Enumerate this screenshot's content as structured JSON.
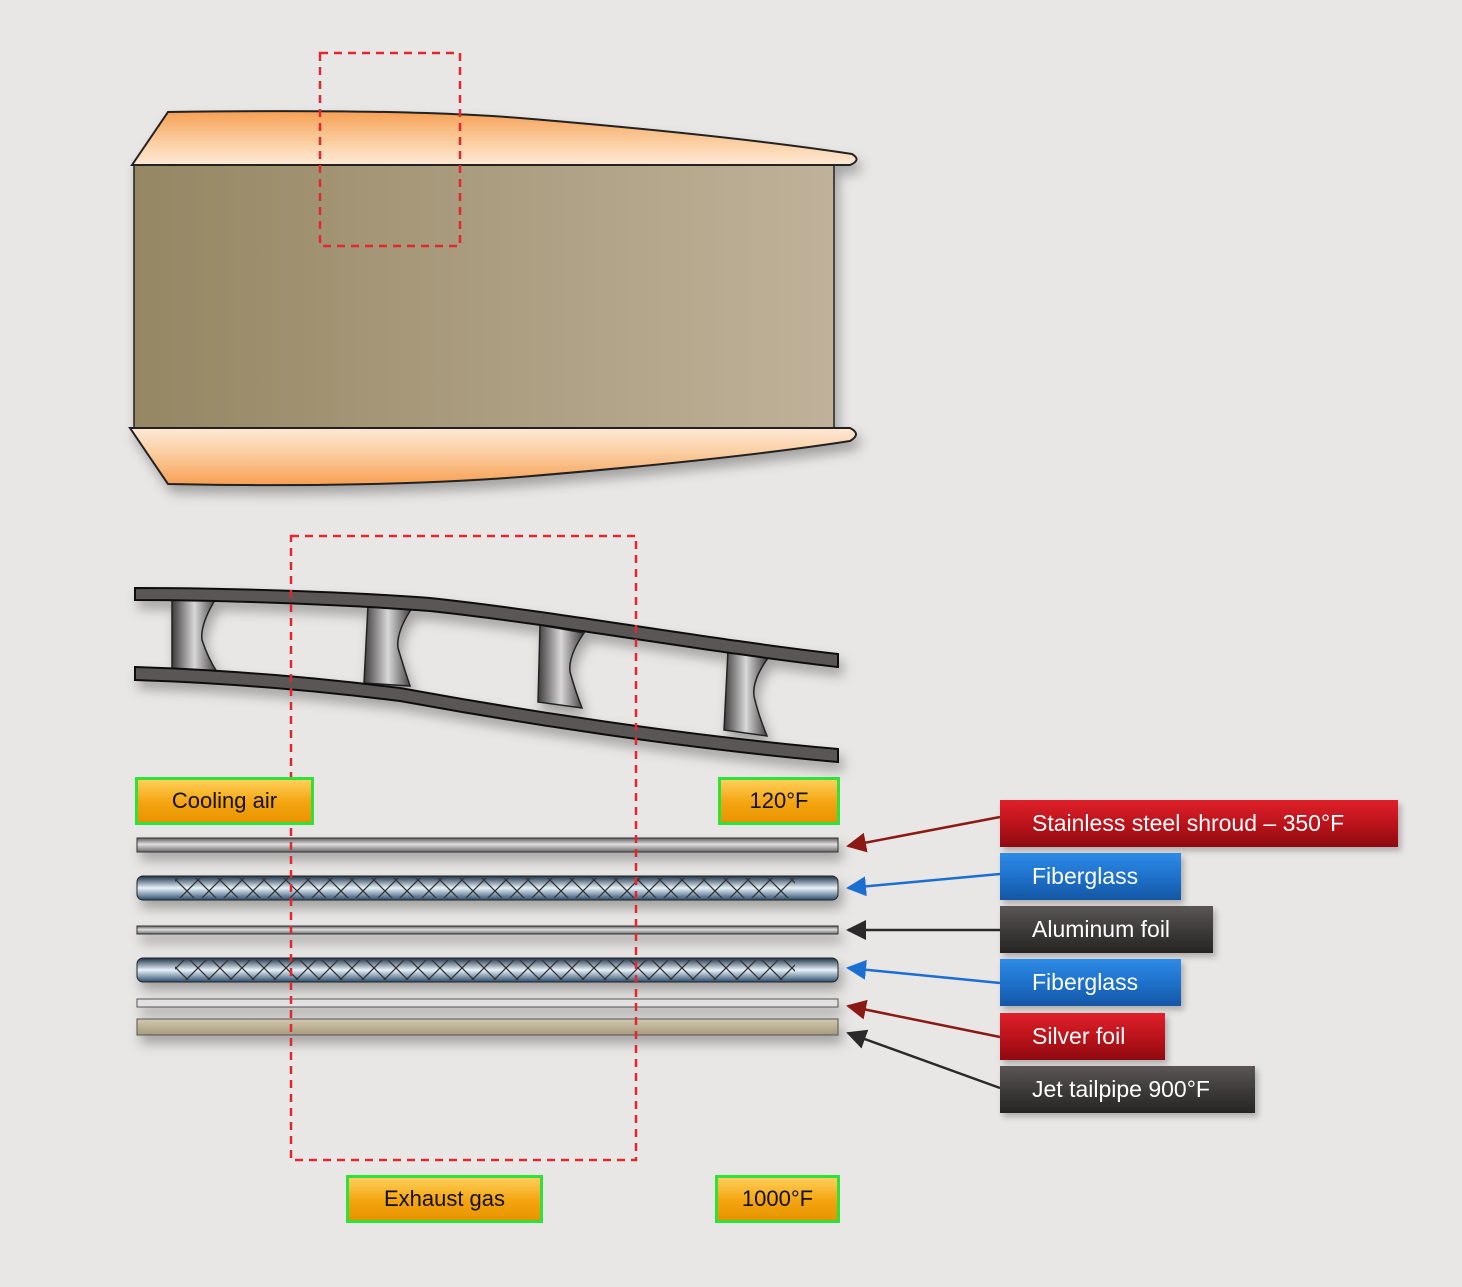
{
  "labels": {
    "shroud": "Stainless steel shroud – 350°F",
    "fiberglass_1": "Fiberglass",
    "aluminum_foil": "Aluminum foil",
    "fiberglass_2": "Fiberglass",
    "silver_foil": "Silver foil",
    "tailpipe": "Jet tailpipe 900°F"
  },
  "tags": {
    "cooling_air": "Cooling air",
    "cooling_temp": "120°F",
    "exhaust_gas": "Exhaust gas",
    "exhaust_temp": "1000°F"
  },
  "colors": {
    "background": "#e8e7e6",
    "tag_border": "#2fe23a",
    "tag_fill": "#f4a40f",
    "label_red": "#b8121a",
    "label_blue": "#1d6fc8",
    "label_dark": "#3c3939",
    "detail_box": "#e0282d",
    "nacelle": "#f7a860",
    "duct": "#a89a7c"
  }
}
